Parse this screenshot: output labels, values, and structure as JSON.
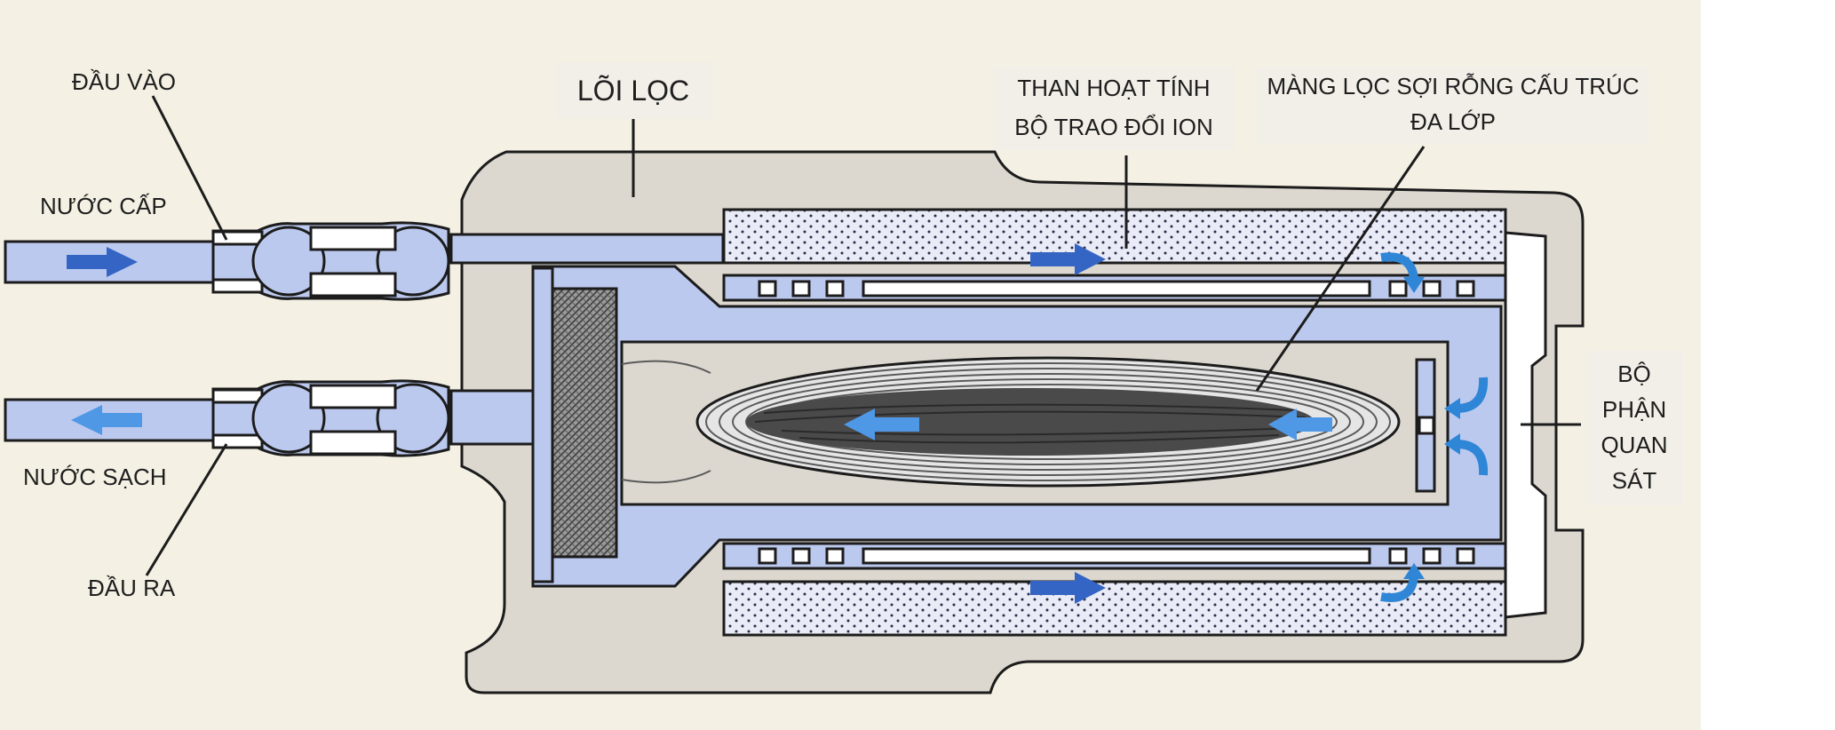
{
  "labels": {
    "inlet_port": "ĐẦU VÀO",
    "feed_water": "NƯỚC CẤP",
    "clean_water": "NƯỚC SẠCH",
    "outlet_port": "ĐẦU RA",
    "filter_core": "LÕI LỌC",
    "carbon_line1": "THAN HOẠT TÍNH",
    "carbon_line2": "BỘ TRAO ĐỔI ION",
    "membrane_line1": "MÀNG LỌC SỢI RỖNG CẤU TRÚC",
    "membrane_line2": "ĐA LỚP",
    "sight_line1": "BỘ",
    "sight_line2": "PHẬN",
    "sight_line3": "QUAN",
    "sight_line4": "SÁT"
  },
  "colors": {
    "background": "#f4f1e4",
    "housing": "#dcd8d0",
    "water": "#bcc9ee",
    "outline": "#1c1c1c",
    "carbon_bed": "#e8eaf5",
    "arrow_in": "#3565c4",
    "arrow_out": "#4f98e6",
    "arrow_turn": "#2f86d6"
  },
  "icons": [
    "arrow-right-icon",
    "arrow-left-icon",
    "curved-arrow-icon"
  ]
}
